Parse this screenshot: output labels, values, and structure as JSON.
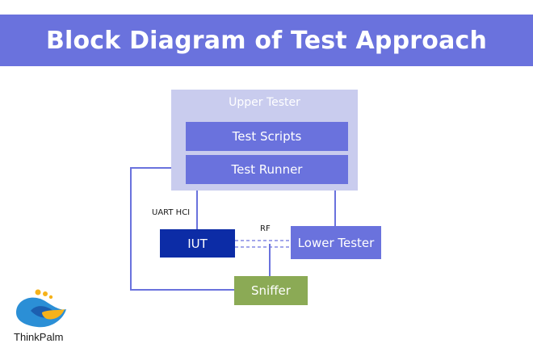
{
  "title": "Block Diagram of Test Approach",
  "colors": {
    "banner": "#6A72DD",
    "upper_tester_bg": "#C9CCEE",
    "inner_block": "#6A72DD",
    "iut": "#0C2CA6",
    "sniffer": "#8BAA55",
    "connector": "#6A72DD"
  },
  "diagram": {
    "upper_tester": "Upper Tester",
    "test_scripts": "Test Scripts",
    "test_runner": "Test Runner",
    "iut": "IUT",
    "lower_tester": "Lower Tester",
    "sniffer": "Sniffer",
    "uart_label": "UART HCI",
    "rf_label": "RF"
  },
  "logo": {
    "name": "ThinkPalm",
    "icon": "thinkpalm-logo-icon"
  }
}
